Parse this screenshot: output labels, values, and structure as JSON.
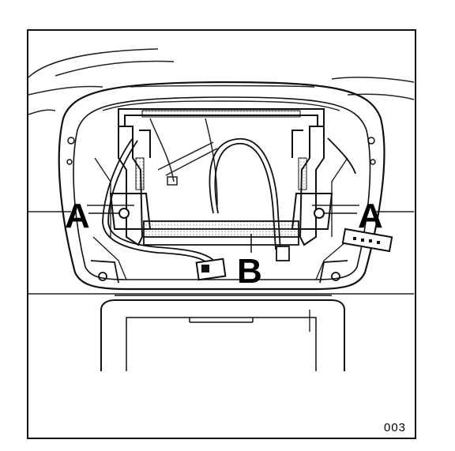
{
  "figure": {
    "callouts": {
      "left_a": "A",
      "right_a": "A",
      "center_b": "B"
    },
    "figure_number": "003"
  },
  "colors": {
    "ink": "#111111",
    "paper": "#ffffff",
    "hatch": "#555555"
  }
}
